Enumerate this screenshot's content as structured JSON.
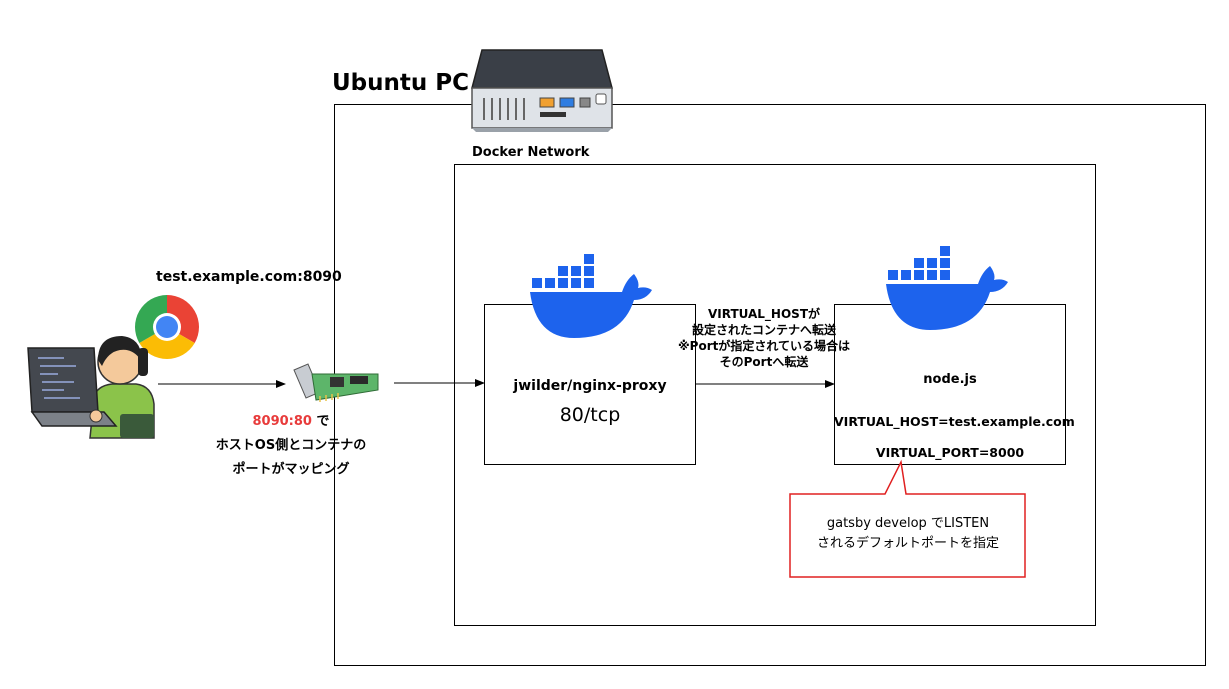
{
  "ubuntu": {
    "title": "Ubuntu PC"
  },
  "network": {
    "title": "Docker Network"
  },
  "client": {
    "url": "test.example.com:8090"
  },
  "port_mapping": {
    "ports": "8090:80",
    "suffix": " で",
    "line2": "ホストOS側とコンテナの",
    "line3": "ポートがマッピング"
  },
  "proxy": {
    "name": "jwilder/nginx-proxy",
    "port": "80/tcp"
  },
  "forward_note": {
    "line1": "VIRTUAL_HOSTが",
    "line2": "設定されたコンテナへ転送",
    "line3": "※Portが指定されている場合は",
    "line4": "そのPortへ転送"
  },
  "app": {
    "name": "node.js",
    "virtual_host": "VIRTUAL_HOST=test.example.com",
    "virtual_port": "VIRTUAL_PORT=8000"
  },
  "callout": {
    "line1": "gatsby develop でLISTEN",
    "line2": "されるデフォルトポートを指定"
  },
  "colors": {
    "docker_blue": "#1D63ED",
    "accent_red": "#E83B3B",
    "callout_red": "#E02020",
    "nic_green": "#5DB56A",
    "person_shirt": "#8BC34A"
  }
}
